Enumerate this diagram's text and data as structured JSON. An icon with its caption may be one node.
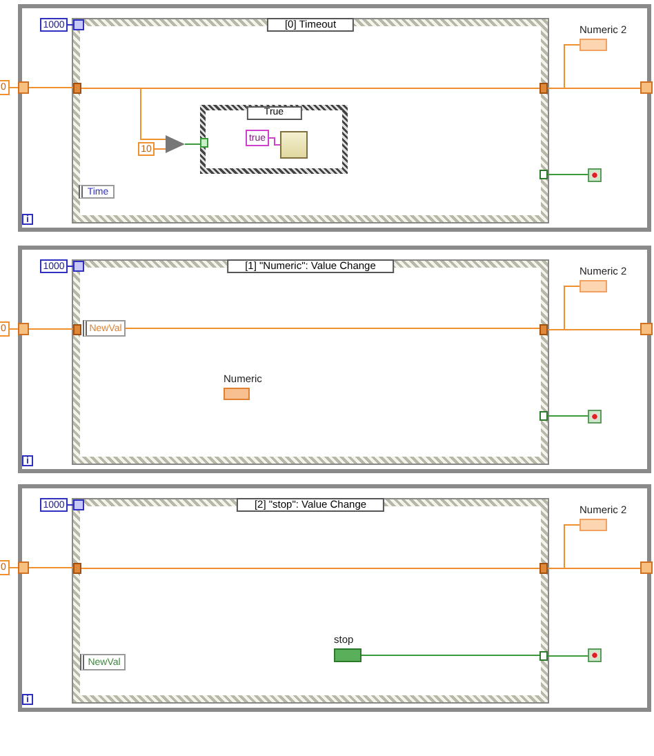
{
  "diagram": {
    "nodes": [
      {
        "text": [],
        "shape": "box"
      },
      {
        "text": [
          "0"
        ]
      },
      {
        "text": [],
        "shape": "box",
        "in": 0
      },
      {
        "text": [
          "1000"
        ],
        "in": 0
      },
      {
        "text": [
          "[0] Timeout"
        ],
        "in": 0
      },
      {
        "text": [],
        "shape": "box",
        "in": 4
      },
      {
        "text": [],
        "shape": "box",
        "in": 4
      },
      {
        "text": [],
        "shape": "box",
        "in": 4
      },
      {
        "text": [
          "10"
        ],
        "in": 4
      },
      {
        "text": [],
        "shape": "triangle",
        "in": 4
      },
      {
        "text": [
          "True"
        ],
        "in": 4
      },
      {
        "text": [],
        "shape": "box",
        "in": 10
      },
      {
        "text": [
          "true"
        ],
        "in": 10
      },
      {
        "text": [],
        "shape": "box",
        "in": 10
      },
      {
        "text": [
          "Time"
        ],
        "in": 4
      },
      {
        "text": [],
        "shape": "box",
        "in": 4
      },
      {
        "text": [],
        "shape": "box",
        "in": 0
      },
      {
        "text": [],
        "shape": "box",
        "in": 0,
        "beside": [
          "Numeric 2"
        ]
      },
      {
        "text": [],
        "shape": "box",
        "in": 0
      },
      {
        "text": [
          "i"
        ],
        "in": 0
      },
      {
        "text": [],
        "shape": "box"
      },
      {
        "text": [
          "0"
        ]
      },
      {
        "text": [],
        "shape": "box",
        "in": 20
      },
      {
        "text": [
          "1000"
        ],
        "in": 20
      },
      {
        "text": [
          "[1] \"Numeric\": Value Change"
        ],
        "in": 20
      },
      {
        "text": [],
        "shape": "box",
        "in": 24
      },
      {
        "text": [],
        "shape": "box",
        "in": 24
      },
      {
        "text": [
          "NewVal"
        ],
        "in": 24
      },
      {
        "text": [],
        "shape": "box",
        "in": 24
      },
      {
        "text": [],
        "shape": "box",
        "in": 24,
        "beside": [
          "Numeric"
        ]
      },
      {
        "text": [],
        "shape": "box",
        "in": 24
      },
      {
        "text": [],
        "shape": "box",
        "in": 20
      },
      {
        "text": [],
        "shape": "box",
        "in": 20,
        "beside": [
          "Numeric 2"
        ]
      },
      {
        "text": [],
        "shape": "box",
        "in": 20
      },
      {
        "text": [
          "i"
        ],
        "in": 20
      },
      {
        "text": [],
        "shape": "box"
      },
      {
        "text": [
          "0"
        ]
      },
      {
        "text": [],
        "shape": "box",
        "in": 35
      },
      {
        "text": [
          "1000"
        ],
        "in": 35
      },
      {
        "text": [
          "[2] \"stop\": Value Change"
        ],
        "in": 35
      },
      {
        "text": [],
        "shape": "box",
        "in": 39
      },
      {
        "text": [],
        "shape": "box",
        "in": 39
      },
      {
        "text": [],
        "shape": "box",
        "in": 39
      },
      {
        "text": [],
        "shape": "box",
        "in": 39,
        "beside": [
          "stop"
        ]
      },
      {
        "text": [
          "NewVal"
        ],
        "in": 39
      },
      {
        "text": [],
        "shape": "box",
        "in": 39
      },
      {
        "text": [],
        "shape": "box",
        "in": 35
      },
      {
        "text": [],
        "shape": "box",
        "in": 35,
        "beside": [
          "Numeric 2"
        ]
      },
      {
        "text": [],
        "shape": "box",
        "in": 35
      },
      {
        "text": [
          "i"
        ],
        "in": 35
      }
    ],
    "edges": [
      {
        "from": 1,
        "to": 2,
        "arrow": "none"
      },
      {
        "from": 2,
        "to": 6,
        "arrow": "none"
      },
      {
        "from": 6,
        "to": 7,
        "arrow": "none"
      },
      {
        "from": 7,
        "to": 16,
        "arrow": "none"
      },
      {
        "from": 7,
        "to": 17,
        "arrow": "none"
      },
      {
        "from": 3,
        "to": 5,
        "arrow": "none",
        "color": "#3030c0"
      },
      {
        "from": 6,
        "to": 9,
        "arrow": "none"
      },
      {
        "from": 8,
        "to": 9,
        "arrow": "none"
      },
      {
        "from": 9,
        "to": 11,
        "arrow": "none",
        "color": "#3a9a3a"
      },
      {
        "from": 12,
        "to": 13,
        "arrow": "none",
        "color": "#d040d0"
      },
      {
        "from": 15,
        "to": 18,
        "arrow": "none",
        "color": "#3a9a3a"
      },
      {
        "from": 21,
        "to": 22,
        "arrow": "none"
      },
      {
        "from": 22,
        "to": 26,
        "arrow": "none"
      },
      {
        "from": 23,
        "to": 25,
        "arrow": "none",
        "color": "#3030c0"
      },
      {
        "from": 27,
        "to": 28,
        "arrow": "none"
      },
      {
        "from": 28,
        "to": 31,
        "arrow": "none"
      },
      {
        "from": 28,
        "to": 32,
        "arrow": "none"
      },
      {
        "from": 30,
        "to": 33,
        "arrow": "none",
        "color": "#3a9a3a"
      },
      {
        "from": 36,
        "to": 37,
        "arrow": "none"
      },
      {
        "from": 37,
        "to": 41,
        "arrow": "none"
      },
      {
        "from": 41,
        "to": 42,
        "arrow": "none"
      },
      {
        "from": 42,
        "to": 46,
        "arrow": "none"
      },
      {
        "from": 42,
        "to": 47,
        "arrow": "none"
      },
      {
        "from": 38,
        "to": 40,
        "arrow": "none",
        "color": "#3030c0"
      },
      {
        "from": 43,
        "to": 45,
        "arrow": "none",
        "color": "#3a9a3a"
      },
      {
        "from": 45,
        "to": 48,
        "arrow": "none",
        "color": "#3a9a3a"
      }
    ]
  }
}
